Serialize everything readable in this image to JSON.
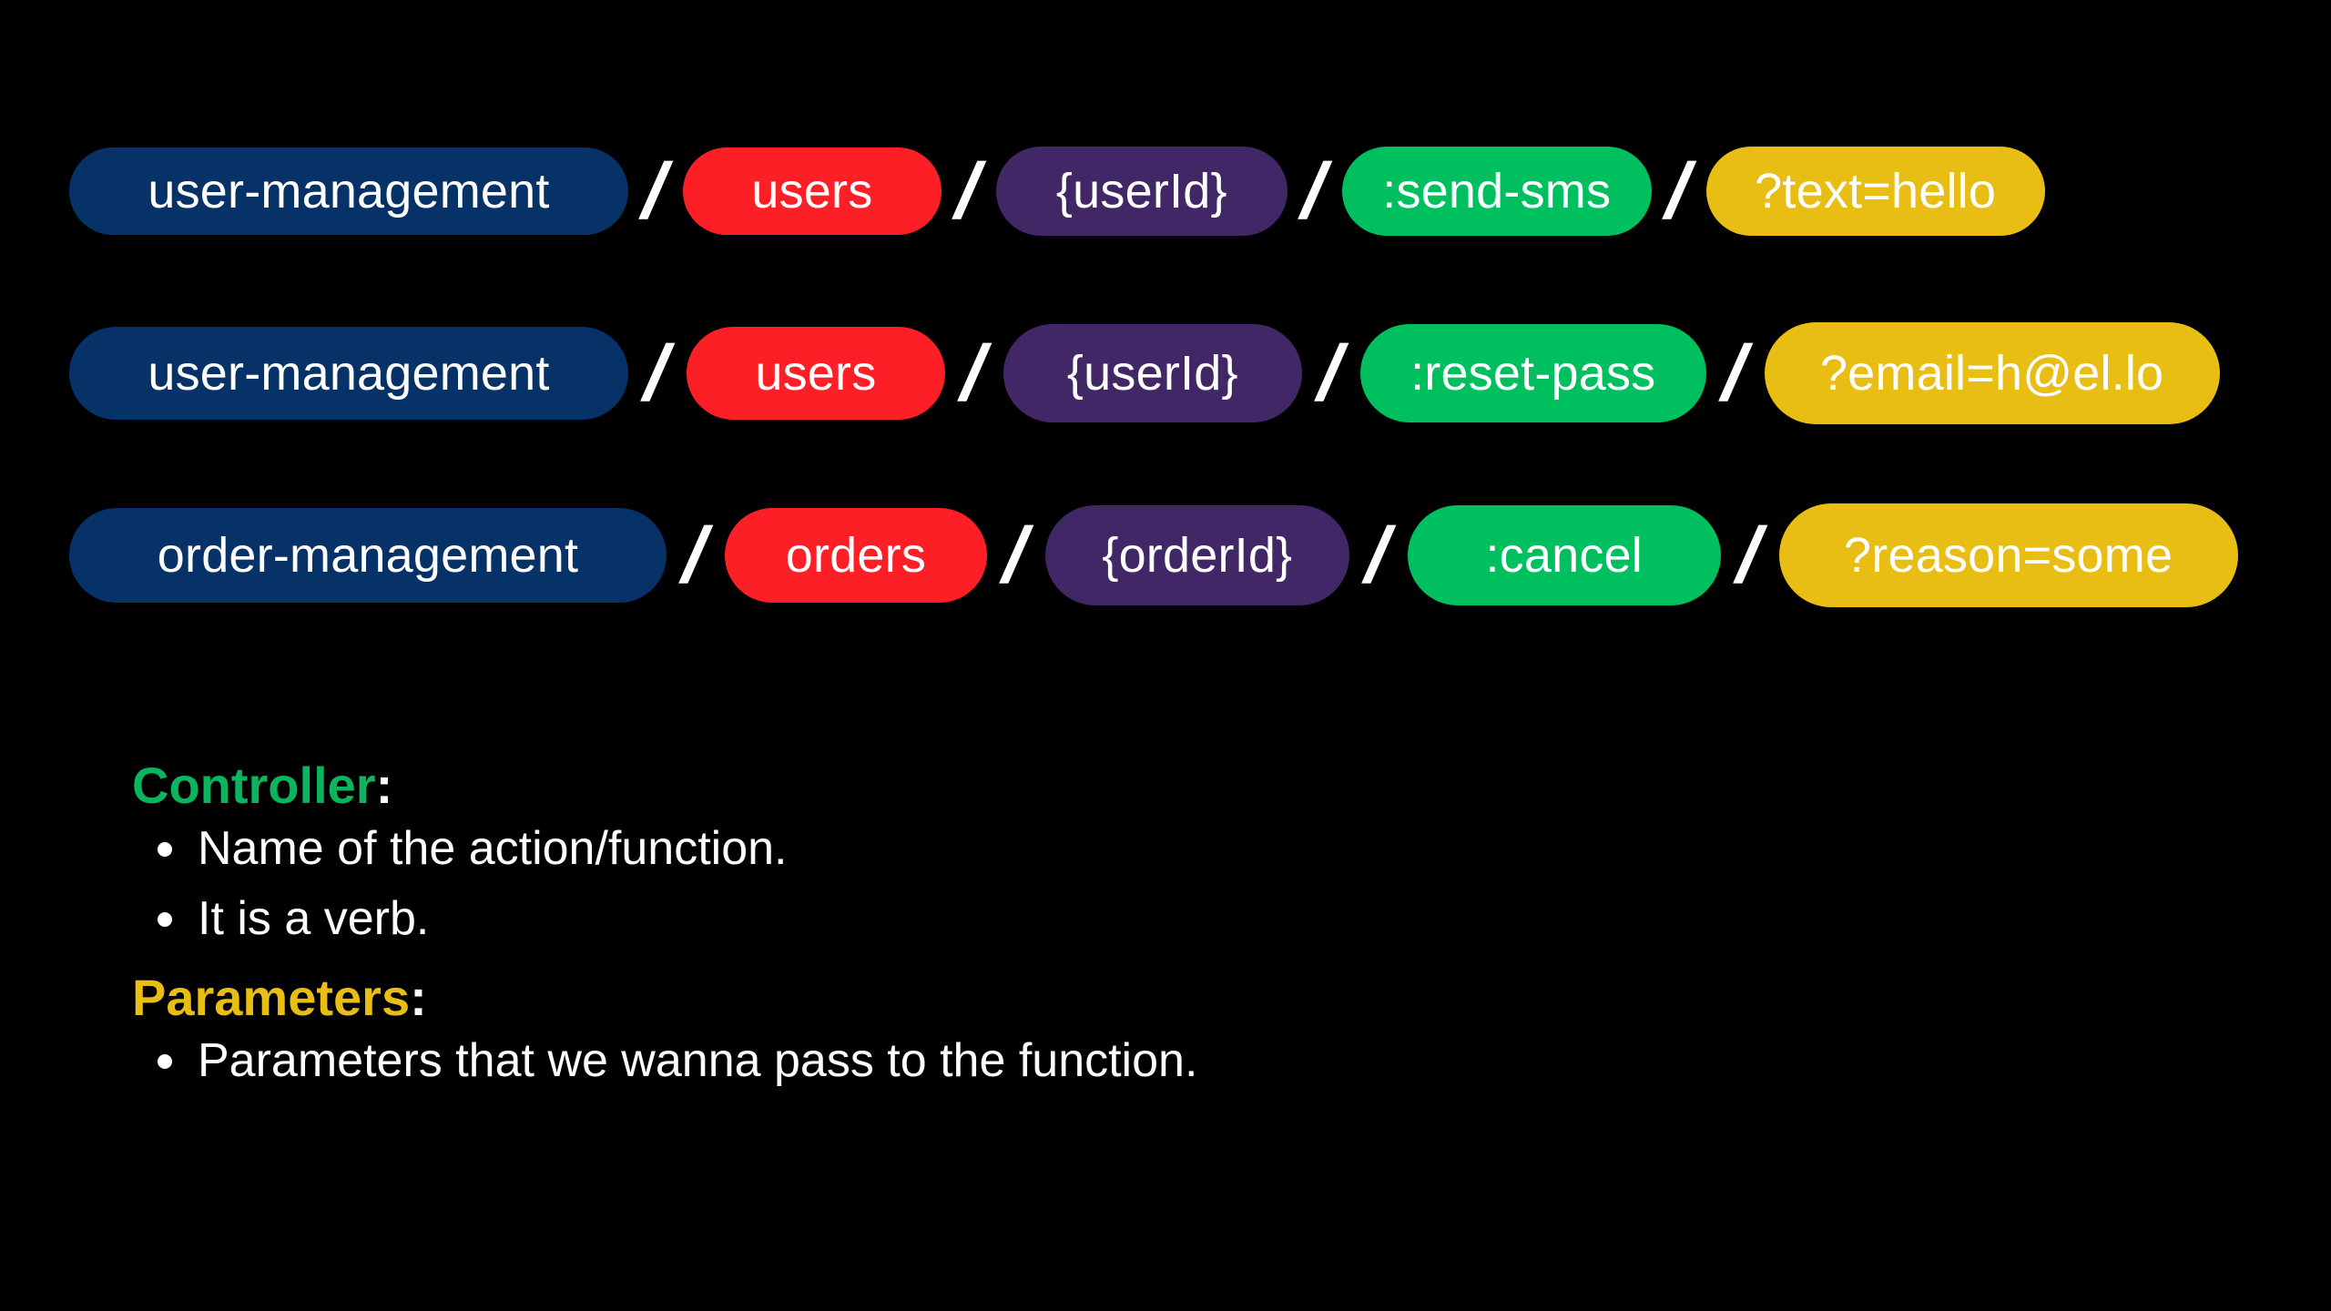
{
  "palette": {
    "background": "#000000",
    "service": "#063268",
    "resource": "#fc2026",
    "id": "#422766",
    "action": "#00bf5f",
    "query": "#e8bd14",
    "text": "#ffffff",
    "heading_controller": "#0bb45e",
    "heading_parameters": "#e8bd14"
  },
  "separator": "/",
  "url_rows": [
    {
      "row_label": "send-sms-route",
      "segments": [
        {
          "kind": "service",
          "label": "user-management"
        },
        {
          "kind": "resource",
          "label": "users"
        },
        {
          "kind": "id",
          "label": "{userId}"
        },
        {
          "kind": "action",
          "label": ":send-sms"
        },
        {
          "kind": "query",
          "label": "?text=hello"
        }
      ]
    },
    {
      "row_label": "reset-pass-route",
      "segments": [
        {
          "kind": "service",
          "label": "user-management"
        },
        {
          "kind": "resource",
          "label": "users"
        },
        {
          "kind": "id",
          "label": "{userId}"
        },
        {
          "kind": "action",
          "label": ":reset-pass"
        },
        {
          "kind": "query",
          "label": "?email=h@el.lo"
        }
      ]
    },
    {
      "row_label": "cancel-order-route",
      "segments": [
        {
          "kind": "service",
          "label": "order-management"
        },
        {
          "kind": "resource",
          "label": "orders"
        },
        {
          "kind": "id",
          "label": "{orderId}"
        },
        {
          "kind": "action",
          "label": ":cancel"
        },
        {
          "kind": "query",
          "label": "?reason=some"
        }
      ]
    }
  ],
  "notes": {
    "controller": {
      "heading": "Controller",
      "colon": ":",
      "items": [
        "Name of the action/function.",
        "It is a verb."
      ]
    },
    "parameters": {
      "heading": "Parameters",
      "colon": ":",
      "items": [
        "Parameters that we wanna pass to the function."
      ]
    }
  }
}
